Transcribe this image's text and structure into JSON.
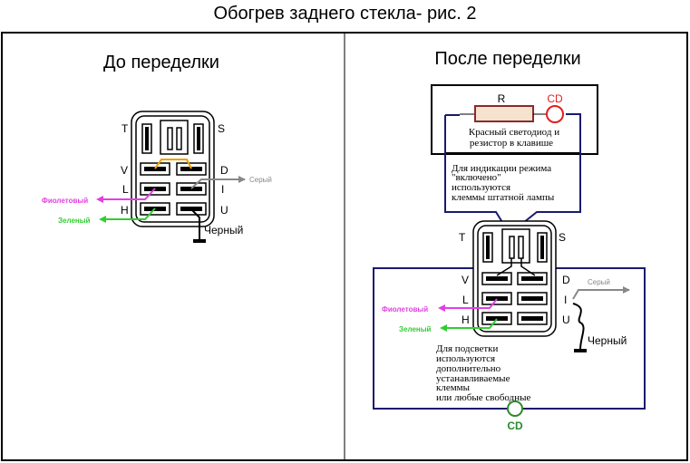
{
  "title": "Обогрев заднего стекла- рис. 2",
  "left_panel": {
    "heading": "До переделки",
    "pins": {
      "T": "T",
      "S": "S",
      "V": "V",
      "D": "D",
      "L": "L",
      "I": "I",
      "H": "H",
      "U": "U"
    },
    "wires": {
      "gray": "Серый",
      "violet": "Фиолетовый",
      "green": "Зеленый",
      "black": "Черный"
    }
  },
  "right_panel": {
    "heading": "После переделки",
    "resistor_label": "R",
    "cd_label_top": "CD",
    "cd_label_bottom": "CD",
    "note_top": [
      "Красный светодиод и",
      "резистор в клавише"
    ],
    "note_middle": [
      "Для индикации режима",
      "\"включено\"",
      "используются",
      "клеммы штатной лампы"
    ],
    "note_bottom": [
      "Для подсветки",
      "используются",
      "дополнительно",
      "устанавливаемые",
      "клеммы",
      "или любые свободные"
    ],
    "pins": {
      "T": "T",
      "S": "S",
      "V": "V",
      "D": "D",
      "L": "L",
      "I": "I",
      "H": "H",
      "U": "U"
    },
    "wires": {
      "gray": "Серый",
      "violet": "Фиолетовый",
      "green": "Зеленый",
      "black": "Черный"
    }
  },
  "colors": {
    "violet": "#e040e0",
    "green": "#33cc33",
    "gray": "#888888",
    "orange": "#f0a000",
    "navy": "#1a1a6e",
    "red": "#e02020",
    "dark_green": "#2a8a2a",
    "resistor_fill": "#f5e3d0",
    "resistor_stroke": "#8b2a2a"
  }
}
